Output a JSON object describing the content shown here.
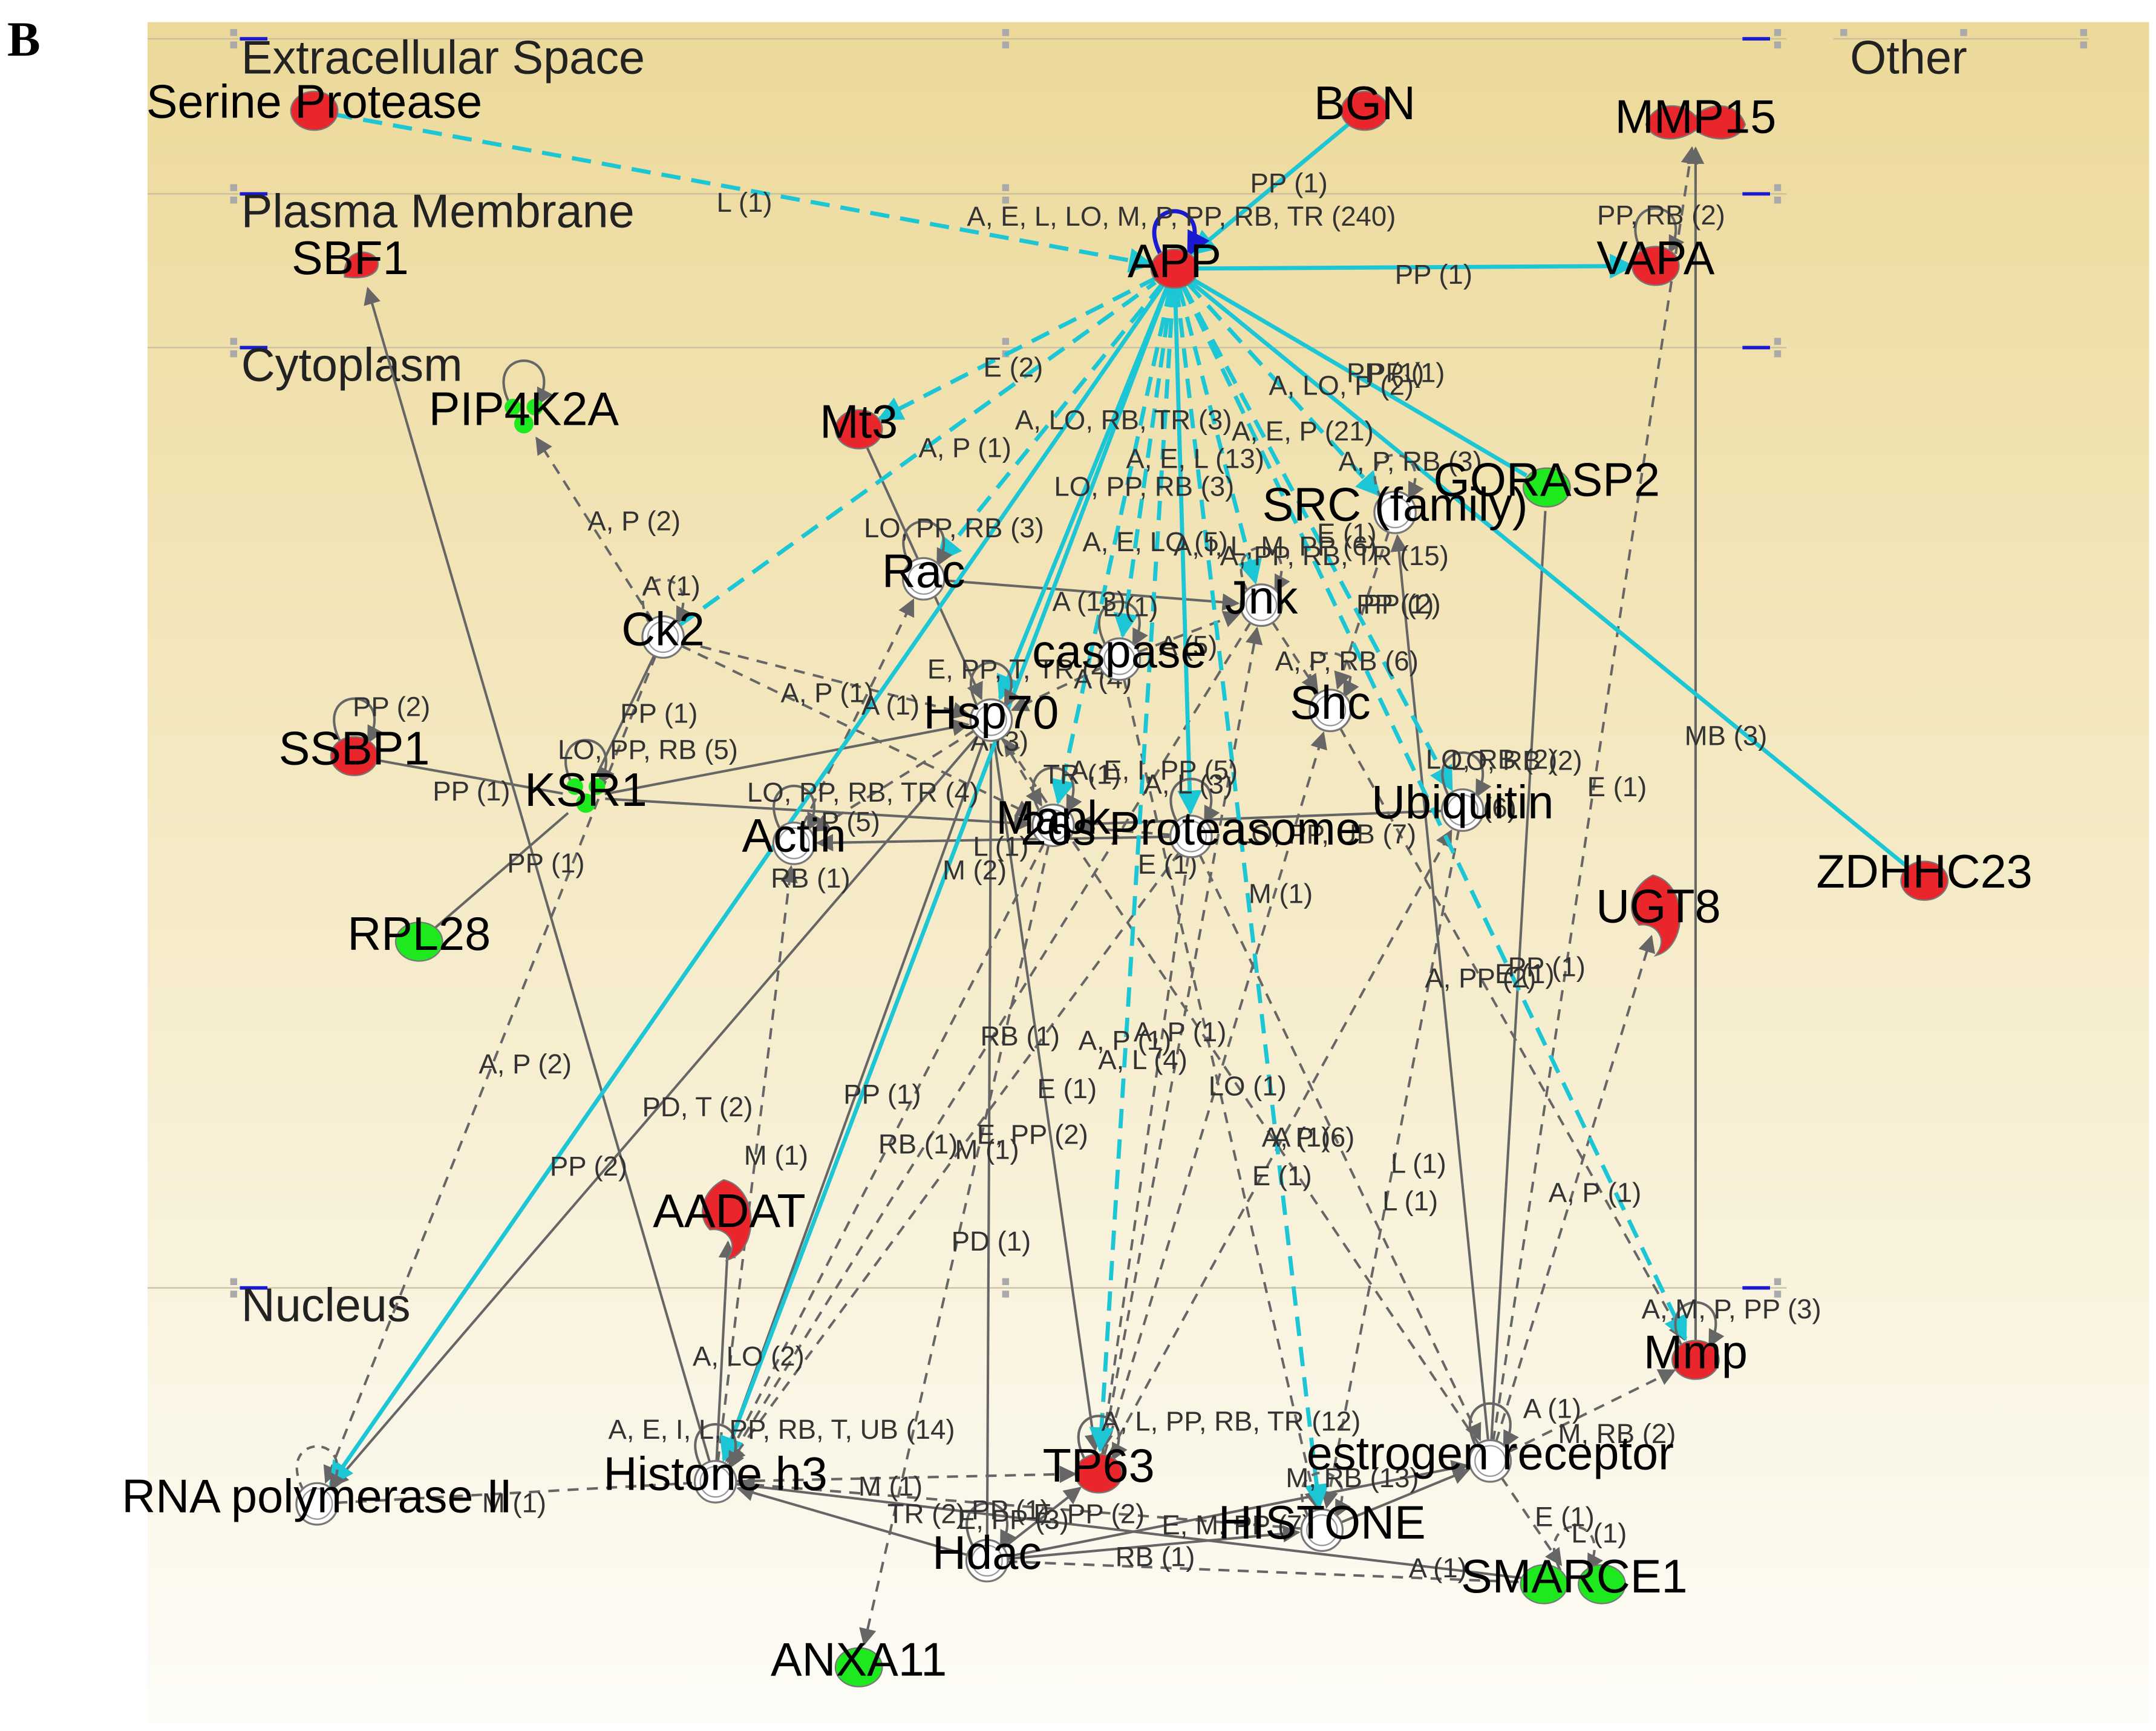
{
  "panel_label": "B",
  "colors": {
    "up": "#e8262b",
    "down": "#1ee81e",
    "neutral": "#ffffff",
    "edge_gray": "#666666",
    "edge_cyan": "#1cc6d4",
    "self_loop_blue": "#1a1ad0",
    "bg_top": "#ecd99a",
    "bg_bottom": "#fdfcf7"
  },
  "compartments": [
    {
      "id": "extracellular",
      "label": "Extracellular Space"
    },
    {
      "id": "other",
      "label": "Other"
    },
    {
      "id": "plasma",
      "label": "Plasma Membrane"
    },
    {
      "id": "cytoplasm",
      "label": "Cytoplasm"
    },
    {
      "id": "nucleus",
      "label": "Nucleus"
    }
  ],
  "nodes": [
    {
      "id": "serine",
      "label": "Serine Protease",
      "color": "up"
    },
    {
      "id": "bgn",
      "label": "BGN",
      "color": "up"
    },
    {
      "id": "mmp15",
      "label": "MMP15",
      "color": "up"
    },
    {
      "id": "sbf1",
      "label": "SBF1",
      "color": "up"
    },
    {
      "id": "app",
      "label": "APP",
      "color": "up"
    },
    {
      "id": "vapa",
      "label": "VAPA",
      "color": "up"
    },
    {
      "id": "pip4k2a",
      "label": "PIP4K2A",
      "color": "down"
    },
    {
      "id": "mt3",
      "label": "Mt3",
      "color": "up"
    },
    {
      "id": "gorasp2",
      "label": "GORASP2",
      "color": "down"
    },
    {
      "id": "src",
      "label": "SRC (family)",
      "color": "neutral"
    },
    {
      "id": "rac",
      "label": "Rac",
      "color": "neutral"
    },
    {
      "id": "jnk",
      "label": "Jnk",
      "color": "neutral"
    },
    {
      "id": "ck2",
      "label": "Ck2",
      "color": "neutral"
    },
    {
      "id": "caspase",
      "label": "caspase",
      "color": "neutral"
    },
    {
      "id": "shc",
      "label": "Shc",
      "color": "neutral"
    },
    {
      "id": "hsp70",
      "label": "Hsp70",
      "color": "neutral"
    },
    {
      "id": "ssbp1",
      "label": "SSBP1",
      "color": "up"
    },
    {
      "id": "ksr1",
      "label": "KSR1",
      "color": "down"
    },
    {
      "id": "actin",
      "label": "Actin",
      "color": "neutral"
    },
    {
      "id": "mapk",
      "label": "Mapk",
      "color": "neutral"
    },
    {
      "id": "proteasome",
      "label": "26s Proteasome",
      "color": "neutral"
    },
    {
      "id": "ubiquitin",
      "label": "Ubiquitin",
      "color": "neutral"
    },
    {
      "id": "zdhhc23",
      "label": "ZDHHC23",
      "color": "up"
    },
    {
      "id": "ugt8",
      "label": "UGT8",
      "color": "up"
    },
    {
      "id": "rpl28",
      "label": "RPL28",
      "color": "down"
    },
    {
      "id": "aadat",
      "label": "AADAT",
      "color": "up"
    },
    {
      "id": "mmp",
      "label": "Mmp",
      "color": "up"
    },
    {
      "id": "rnapol",
      "label": "RNA polymerase II",
      "color": "neutral"
    },
    {
      "id": "histoneh3",
      "label": "Histone h3",
      "color": "neutral"
    },
    {
      "id": "tp63",
      "label": "TP63",
      "color": "up"
    },
    {
      "id": "estrogen",
      "label": "estrogen receptor",
      "color": "neutral"
    },
    {
      "id": "histone",
      "label": "HISTONE",
      "color": "neutral"
    },
    {
      "id": "hdac",
      "label": "Hdac",
      "color": "neutral"
    },
    {
      "id": "smarce1",
      "label": "SMARCE1",
      "color": "down"
    },
    {
      "id": "anxa11",
      "label": "ANXA11",
      "color": "down"
    }
  ],
  "edge_labels": [
    "L (1)",
    "PP (1)",
    "A, E, L, LO, M, P, PP, RB, TR (240)",
    "PP, RB (2)",
    "PP (1)",
    "E (2)",
    "A, LO, RB, TR (3)",
    "A, P (1)",
    "PP (1)",
    "A, LO, P (2)",
    "PP (1)",
    "A, E, P (21)",
    "A, E, L (13)",
    "LO, PP, RB (3)",
    "A, P, RB (3)",
    "A, P (2)",
    "LO, PP, RB (3)",
    "A, E, LO (5)",
    "A, I, L, M, PP (6)",
    "A, PP, RB, TR (15)",
    "E (1)",
    "PP (1)",
    "A (1)",
    "A (13)",
    "L (1)",
    "PP (2)",
    "A (5)",
    "E, PP, T, TR (4)",
    "A, P, RB (6)",
    "A (4)",
    "A, P (1)",
    "A (1)",
    "PP (2)",
    "PP (1)",
    "LO, PP, RB (5)",
    "A (3)",
    "PP (1)",
    "TR (1)",
    "A, E, I, PP (5)",
    "A, L (3)",
    "LO, RB (2)",
    "LO, PP, RB, TR (4)",
    "P (5)",
    "A (6)",
    "PP (1)",
    "L (1)",
    "LO, PP, UB (7)",
    "RB (1)",
    "LO, RB (2)",
    "M (2)",
    "E (1)",
    "M (1)",
    "MB (3)",
    "E (1)",
    "A, PP (2)",
    "E (1)",
    "PP (1)",
    "RB (1)",
    "A, P (1)",
    "A, L (4)",
    "A, P (1)",
    "A, P (2)",
    "PD, T (2)",
    "E (1)",
    "PP (1)",
    "LO (1)",
    "A, P (6)",
    "A (1)",
    "RB (1)",
    "M (1)",
    "E, PP (2)",
    "PP (2)",
    "M (1)",
    "L (1)",
    "L (1)",
    "E (1)",
    "A, P (1)",
    "PD (1)",
    "A, LO (2)",
    "A, M, P, PP (3)",
    "A, E, I, L, PP, RB, T, UB (14)",
    "A, L, PP, RB, TR (12)",
    "A (1)",
    "M, RB (2)",
    "M (1)",
    "M (1)",
    "M, RB (13)",
    "TR (2)",
    "PP (1)",
    "E, PP (3)",
    "E, PP (2)",
    "E, M, PP (7)",
    "RB (1)",
    "A (1)",
    "E (1)",
    "L (1)"
  ]
}
